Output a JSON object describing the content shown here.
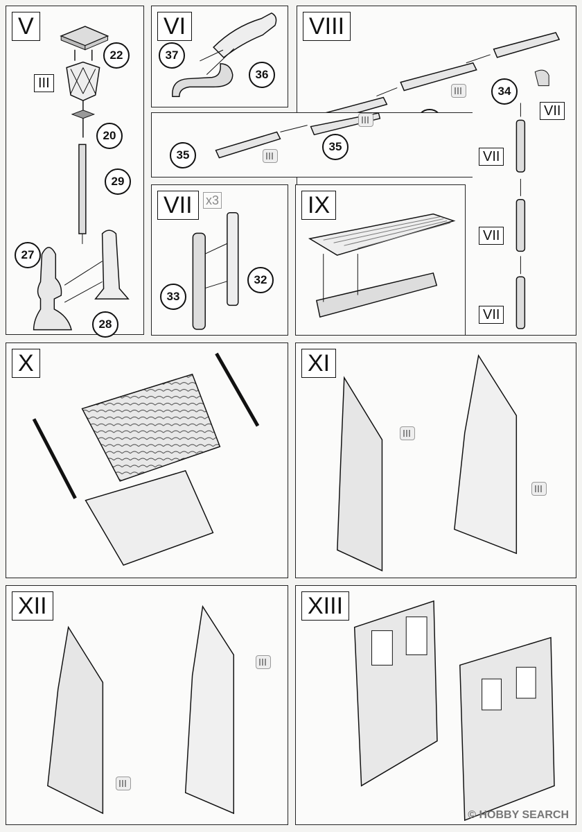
{
  "steps": {
    "v": "V",
    "vi": "VI",
    "viii": "VIII",
    "vii": "VII",
    "ix": "IX",
    "x": "X",
    "xi": "XI",
    "xii": "XII",
    "xiii": "XIII"
  },
  "multiplier": "x3",
  "labels": {
    "iii": "III",
    "vii": "VII"
  },
  "parts": {
    "p22": "22",
    "p20": "20",
    "p29": "29",
    "p27": "27",
    "p28": "28",
    "p37": "37",
    "p36": "36",
    "p34": "34",
    "p35": "35",
    "p32": "32",
    "p33": "33"
  },
  "watermark": "© HOBBY SEARCH"
}
